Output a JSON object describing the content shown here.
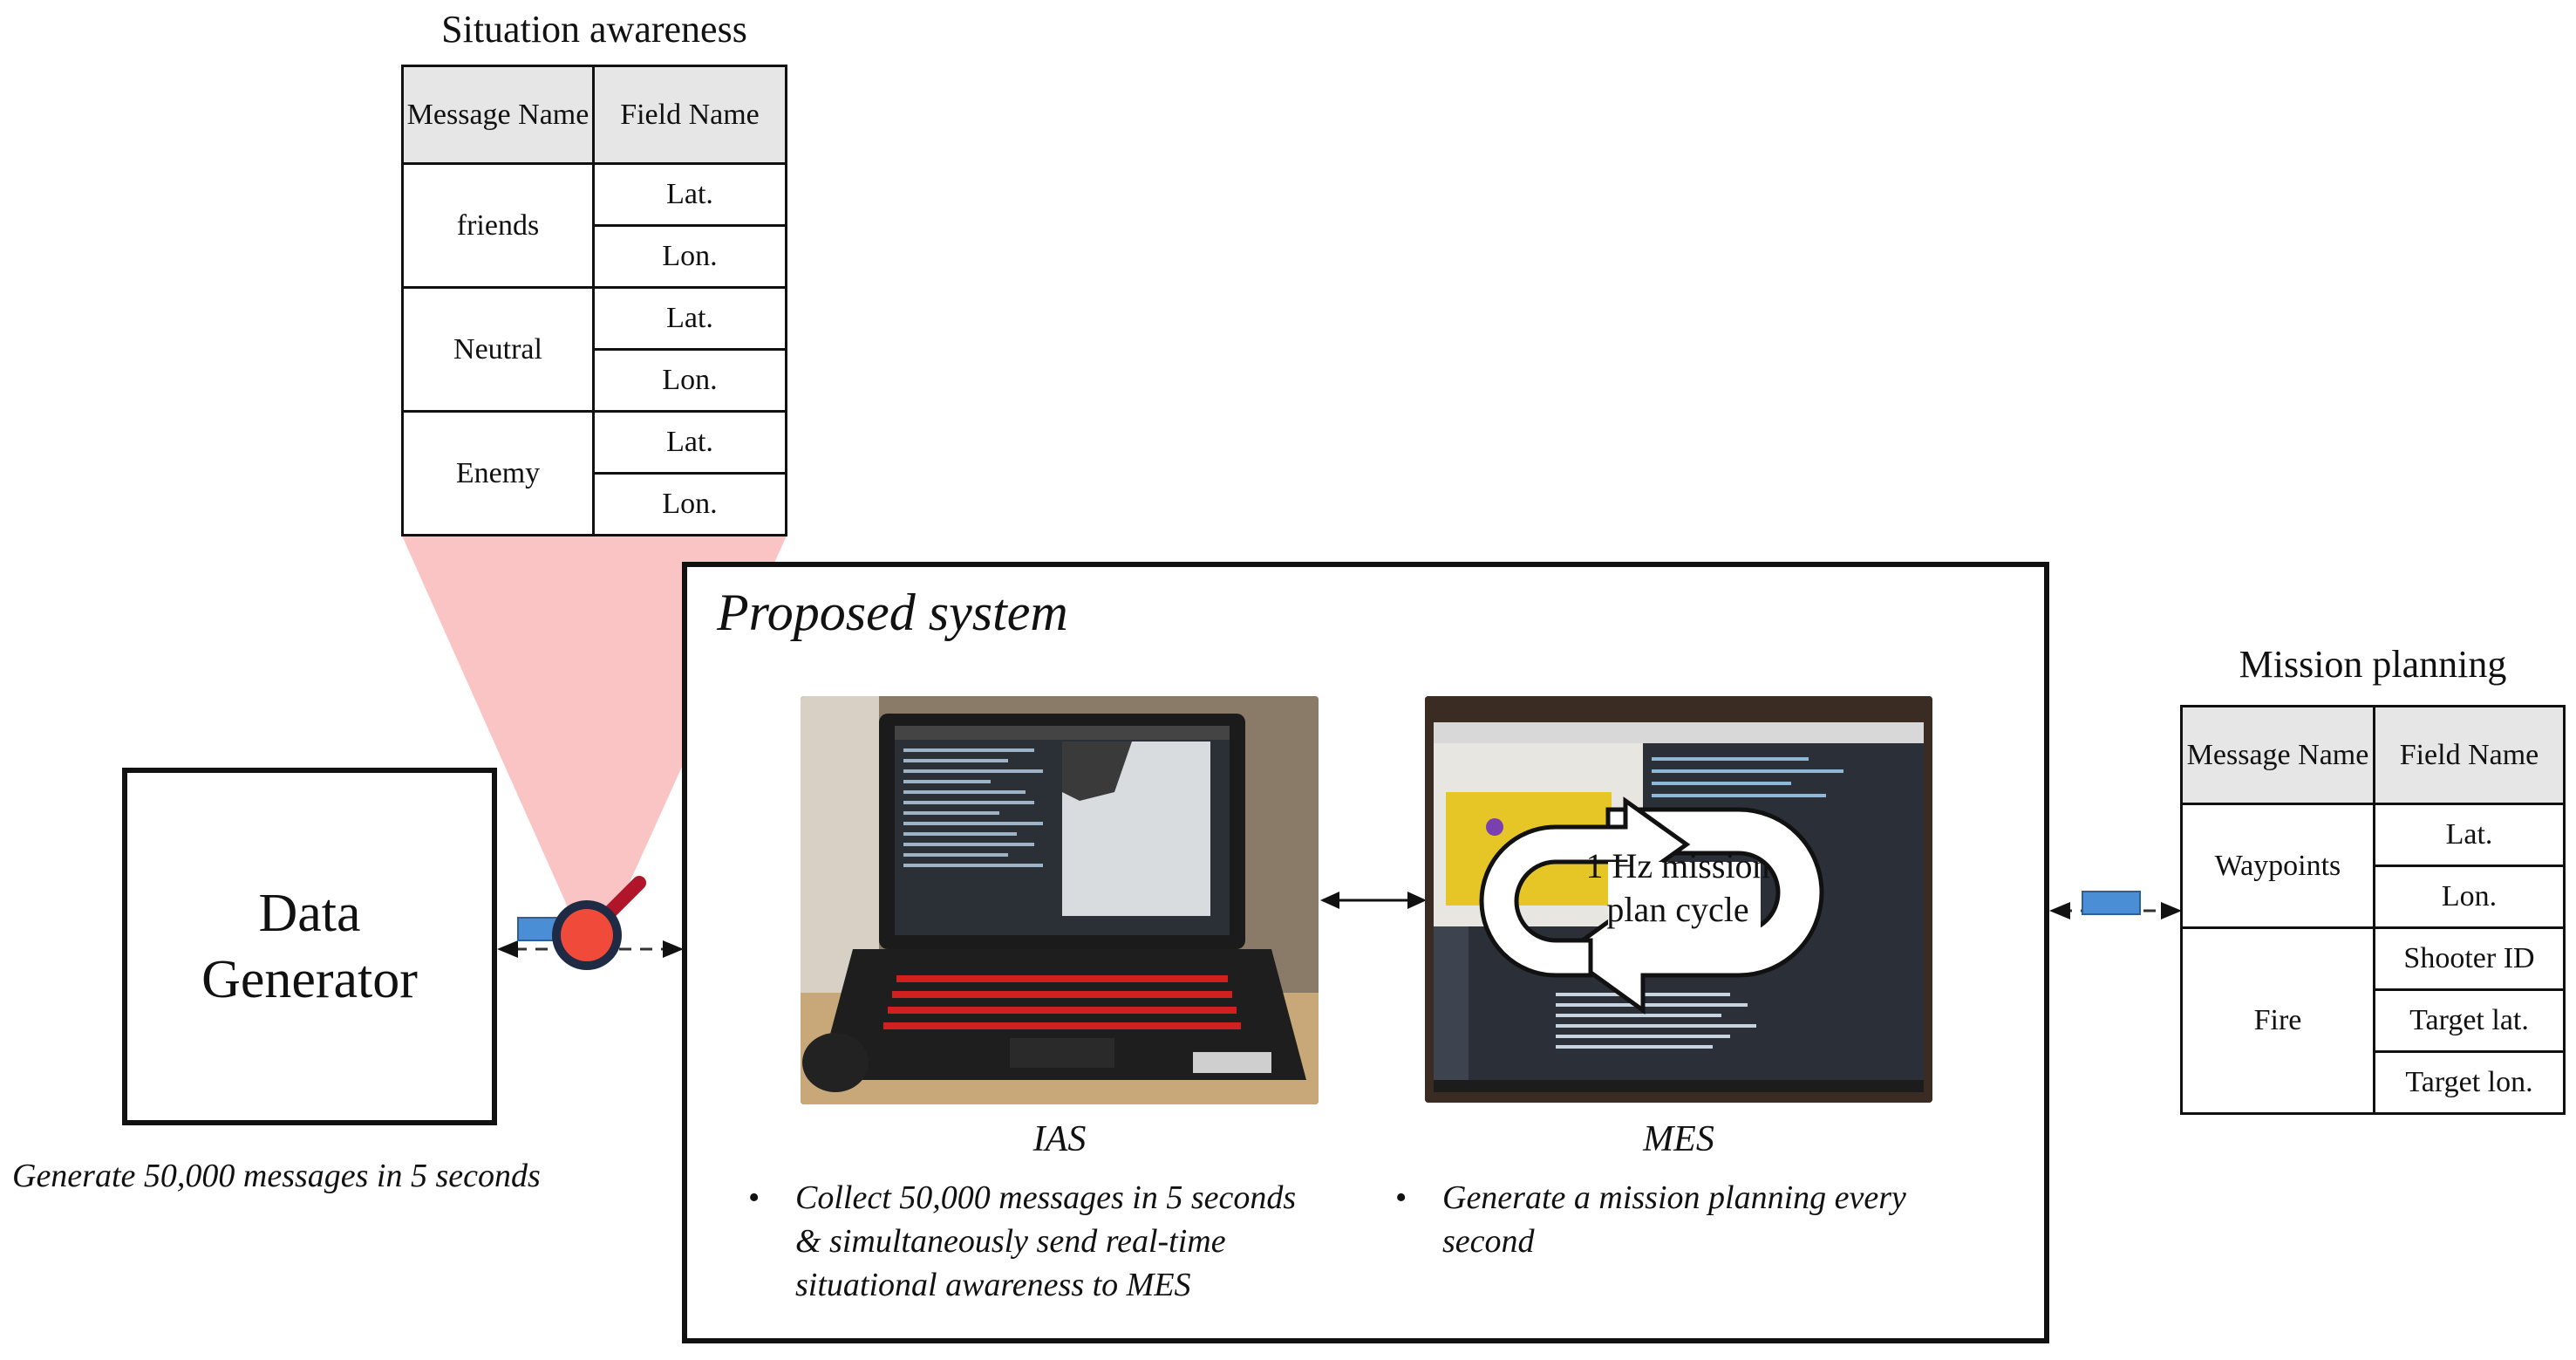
{
  "situation_table": {
    "title": "Situation awareness",
    "header": [
      "Message Name",
      "Field Name"
    ],
    "groups": [
      {
        "message": "friends",
        "fields": [
          "Lat.",
          "Lon."
        ]
      },
      {
        "message": "Neutral",
        "fields": [
          "Lat.",
          "Lon."
        ]
      },
      {
        "message": "Enemy",
        "fields": [
          "Lat.",
          "Lon."
        ]
      }
    ]
  },
  "mission_table": {
    "title": "Mission planning",
    "header": [
      "Message Name",
      "Field Name"
    ],
    "groups": [
      {
        "message": "Waypoints",
        "fields": [
          "Lat.",
          "Lon."
        ]
      },
      {
        "message": "Fire",
        "fields": [
          "Shooter ID",
          "Target lat.",
          "Target lon."
        ]
      }
    ]
  },
  "data_generator": {
    "label_line1": "Data",
    "label_line2": "Generator",
    "caption": "Generate 50,000 messages in 5 seconds"
  },
  "proposed_system": {
    "title": "Proposed system",
    "ias": {
      "label": "IAS",
      "bullet_line1": "Collect 50,000 messages in 5 seconds",
      "bullet_line2": "& simultaneously send real-time",
      "bullet_line3": "situational awareness to MES"
    },
    "mes": {
      "label": "MES",
      "bullet_line1": "Generate a mission planning every",
      "bullet_line2": "second",
      "cycle_line1": "1 Hz mission",
      "cycle_line2": "plan cycle"
    }
  },
  "colors": {
    "magnifier_fill": "#f04a3a",
    "magnifier_ring": "#1f2a44",
    "magnifier_handle": "#b1152a",
    "cone": "#fbc4c4",
    "packet": "#4a8fd6",
    "header_bg": "#e6e6e6"
  },
  "icons": {
    "magnifier": "magnifier-icon",
    "packet": "message-packet-icon",
    "cycle": "cycle-arrows-icon"
  }
}
